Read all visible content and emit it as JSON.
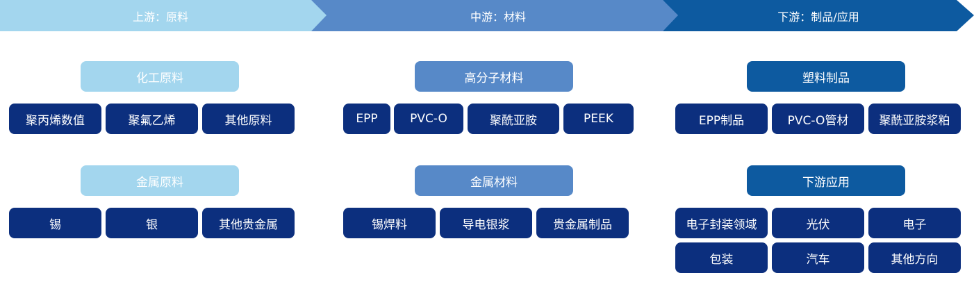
{
  "stages": {
    "upstream": "上游：原料",
    "midstream": "中游：材料",
    "downstream": "下游：制品/应用"
  },
  "upstream": {
    "raw_chemical": {
      "title": "化工原料",
      "items": [
        "聚丙烯数值",
        "聚氟乙烯",
        "其他原料"
      ]
    },
    "metal_raw": {
      "title": "金属原料",
      "items": [
        "锡",
        "银",
        "其他贵金属"
      ]
    }
  },
  "midstream": {
    "polymer": {
      "title": "高分子材料",
      "items": [
        "EPP",
        "PVC-O",
        "聚酰亚胺",
        "PEEK"
      ]
    },
    "metal_material": {
      "title": "金属材料",
      "items": [
        "锡焊料",
        "导电银浆",
        "贵金属制品"
      ]
    }
  },
  "downstream": {
    "plastic_products": {
      "title": "塑料制品",
      "items": [
        "EPP制品",
        "PVC-O管材",
        "聚酰亚胺浆粕"
      ]
    },
    "applications": {
      "title": "下游应用",
      "items": [
        "电子封装领域",
        "光伏",
        "电子",
        "包装",
        "汽车",
        "其他方向"
      ]
    }
  },
  "colors": {
    "upstream": "#a3d6ee",
    "midstream": "#5789c8",
    "downstream": "#0d5aa0",
    "item": "#0c2f7e"
  }
}
